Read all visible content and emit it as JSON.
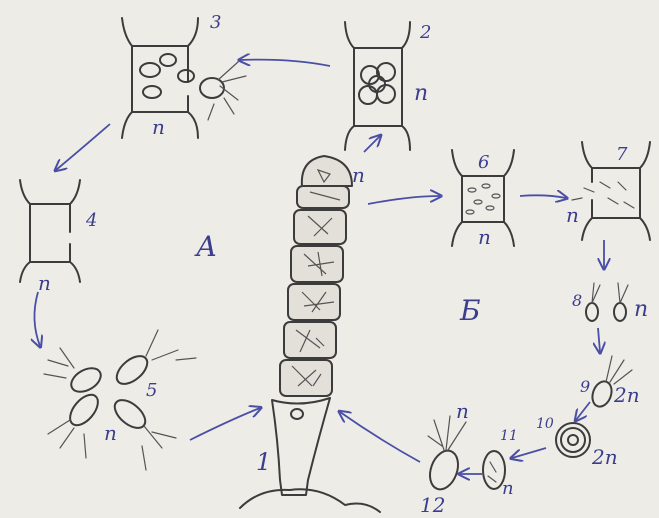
{
  "labels": {
    "stage_1": "1",
    "stage_2": "2",
    "stage_3": "3",
    "stage_4": "4",
    "stage_5": "5",
    "stage_6": "6",
    "stage_7": "7",
    "stage_8": "8",
    "stage_9": "9",
    "stage_10": "10",
    "stage_11": "11",
    "stage_12": "12",
    "section_a": "А",
    "section_b": "Б",
    "ploidy_2": "n",
    "ploidy_3": "n",
    "ploidy_4": "n",
    "ploidy_5": "n",
    "ploidy_filament": "n",
    "ploidy_6": "n",
    "ploidy_7": "n",
    "ploidy_8": "n",
    "ploidy_9": "2n",
    "ploidy_10": "2n",
    "ploidy_11": "n",
    "ploidy_12": "n"
  },
  "colors": {
    "ink": "#3a3e8c",
    "pencil": "#3c3c3c",
    "paper": "#eeece7"
  }
}
